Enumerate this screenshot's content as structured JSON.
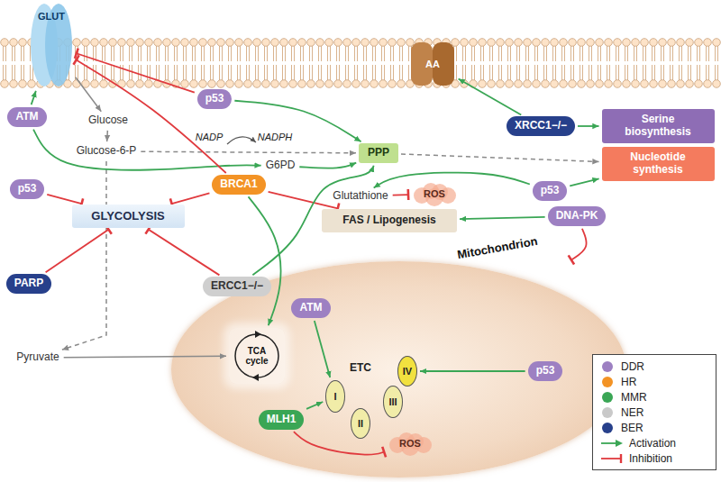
{
  "diagram": {
    "nodes": [
      {
        "text": [
          "GLUT"
        ]
      },
      {
        "text": [
          "AA"
        ]
      },
      {
        "text": [
          "ATM"
        ]
      },
      {
        "text": [
          "p53"
        ]
      },
      {
        "text": [
          "XRCC1−/−"
        ]
      },
      {
        "text": [
          "Serine biosynthesis"
        ]
      },
      {
        "text": [
          "Glucose"
        ]
      },
      {
        "text": [
          "Glucose-6-P"
        ]
      },
      {
        "text": [
          "G6PD"
        ]
      },
      {
        "text": [
          "PPP"
        ]
      },
      {
        "text": [
          "Nucleotide synthesis"
        ]
      },
      {
        "text": [
          "Glutathione"
        ]
      },
      {
        "text": [
          "ROS"
        ]
      },
      {
        "text": [
          "p53"
        ]
      },
      {
        "text": [
          "p53"
        ]
      },
      {
        "text": [
          "BRCA1"
        ]
      },
      {
        "text": [
          "GLYCOLYSIS"
        ]
      },
      {
        "text": [
          "FAS / Lipogenesis"
        ]
      },
      {
        "text": [
          "DNA-PK"
        ]
      },
      {
        "text": [
          "PARP"
        ]
      },
      {
        "text": [
          "ERCC1−/−"
        ]
      },
      {
        "text": [
          "Mitochondrion"
        ]
      },
      {
        "text": [
          "ATM"
        ],
        "in": 21
      },
      {
        "text": [
          "TCA cycle"
        ],
        "in": 21
      },
      {
        "text": [
          "I"
        ],
        "in": 21
      },
      {
        "text": [
          "II"
        ],
        "in": 21
      },
      {
        "text": [
          "III"
        ],
        "in": 21
      },
      {
        "text": [
          "IV"
        ],
        "in": 21
      },
      {
        "text": [
          "MLH1"
        ],
        "in": 21
      },
      {
        "text": [
          "p53"
        ],
        "in": 21
      },
      {
        "text": [
          "ROS"
        ],
        "in": 21
      },
      {
        "text": [
          "Pyruvate"
        ]
      }
    ],
    "edges": [
      {
        "from": 0,
        "to": 6,
        "arrow": "to"
      },
      {
        "from": 6,
        "to": 7,
        "arrow": "to"
      },
      {
        "from": 7,
        "to": 9,
        "arrow": "to"
      },
      {
        "from": 9,
        "to": 10,
        "arrow": "to"
      },
      {
        "from": 7,
        "to": 31,
        "arrow": "to"
      },
      {
        "from": 31,
        "to": 23,
        "arrow": "to"
      },
      {
        "from": 2,
        "to": 0,
        "arrow": "to"
      },
      {
        "from": 2,
        "to": 8,
        "arrow": "to"
      },
      {
        "from": 3,
        "to": 0,
        "arrow": "to"
      },
      {
        "from": 3,
        "to": 9,
        "arrow": "to"
      },
      {
        "from": 4,
        "to": 1,
        "arrow": "to"
      },
      {
        "from": 4,
        "to": 5,
        "arrow": "to"
      },
      {
        "from": 8,
        "to": 9,
        "arrow": "to"
      },
      {
        "from": 11,
        "to": 12,
        "arrow": "to"
      },
      {
        "from": 13,
        "to": 11,
        "arrow": "to"
      },
      {
        "from": 13,
        "to": 10,
        "arrow": "to"
      },
      {
        "from": 14,
        "to": 16,
        "arrow": "to"
      },
      {
        "from": 15,
        "to": 0,
        "arrow": "to"
      },
      {
        "from": 15,
        "to": 16,
        "arrow": "to"
      },
      {
        "from": 15,
        "to": 17,
        "arrow": "to"
      },
      {
        "from": 15,
        "to": 23,
        "arrow": "to"
      },
      {
        "from": 19,
        "to": 16,
        "arrow": "to"
      },
      {
        "from": 20,
        "to": 16,
        "arrow": "to"
      },
      {
        "from": 20,
        "to": 9,
        "arrow": "to"
      },
      {
        "from": 18,
        "to": 17,
        "arrow": "to"
      },
      {
        "from": 18,
        "to": 21,
        "arrow": "to"
      },
      {
        "from": 22,
        "to": 24,
        "arrow": "to"
      },
      {
        "from": 29,
        "to": 27,
        "arrow": "to"
      },
      {
        "from": 28,
        "to": 24,
        "arrow": "to"
      },
      {
        "from": 28,
        "to": 30,
        "arrow": "to"
      }
    ],
    "labels": [
      "NADP",
      "NADPH",
      "ETC"
    ],
    "legend": [
      {
        "text": "DDR",
        "color": "#9d80c2"
      },
      {
        "text": "HR",
        "color": "#f39325"
      },
      {
        "text": "MMR",
        "color": "#3aa655"
      },
      {
        "text": "NER",
        "color": "#c9c9c9"
      },
      {
        "text": "BER",
        "color": "#27408b"
      },
      {
        "text": "Activation"
      },
      {
        "text": "Inhibition"
      }
    ]
  }
}
